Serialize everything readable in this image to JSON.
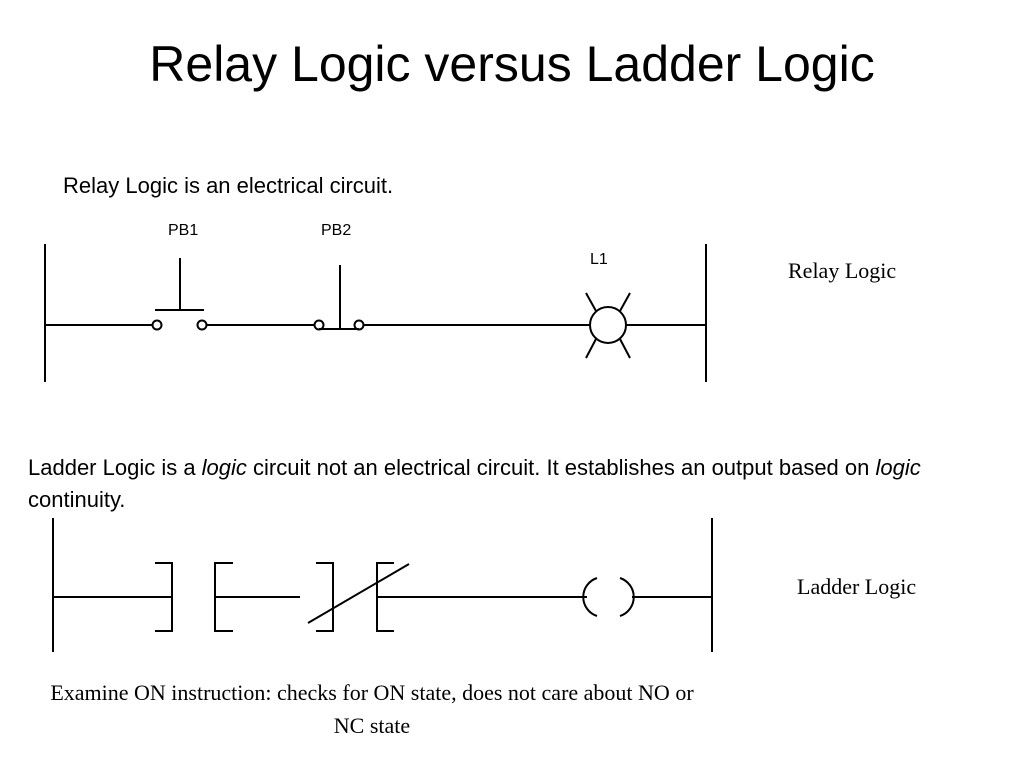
{
  "title": "Relay Logic versus Ladder Logic",
  "relay": {
    "description": "Relay Logic is an electrical circuit.",
    "pb1_label": "PB1",
    "pb2_label": "PB2",
    "l1_label": "L1",
    "side_label": "Relay Logic"
  },
  "ladder": {
    "desc_part1": "Ladder Logic is a ",
    "desc_italic1": "logic",
    "desc_part2": " circuit not an electrical circuit.   It establishes an output based on ",
    "desc_italic2": "logic",
    "desc_part3": " continuity.",
    "side_label": "Ladder Logic",
    "caption": "Examine ON instruction: checks for ON state, does not care about NO or NC state"
  }
}
